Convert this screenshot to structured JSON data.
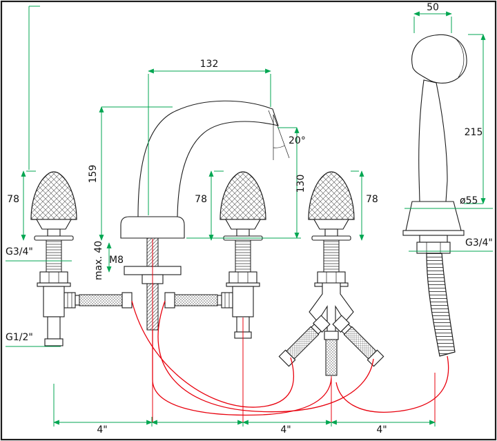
{
  "colors": {
    "dimension_green": "#00a651",
    "hose_red": "#e8000d",
    "outline_black": "#1a1a1a",
    "background": "#ffffff"
  },
  "labels": {
    "width_spout": "132",
    "width_shower_head": "50",
    "height_spout": "159",
    "height_spout_outlet": "130",
    "height_shower": "215",
    "height_handle_left": "78",
    "height_handle_mid": "78",
    "height_handle_right": "78",
    "spout_angle": "20°",
    "thread_handle_left": "G3/4\"",
    "thread_outlet_left": "G1/2\"",
    "thread_shower": "G3/4\"",
    "stud_thread": "M8",
    "deck_max": "max. 40",
    "cone_diameter": "ø55",
    "pitch_1": "4\"",
    "pitch_2": "4\"",
    "pitch_3": "4\""
  }
}
